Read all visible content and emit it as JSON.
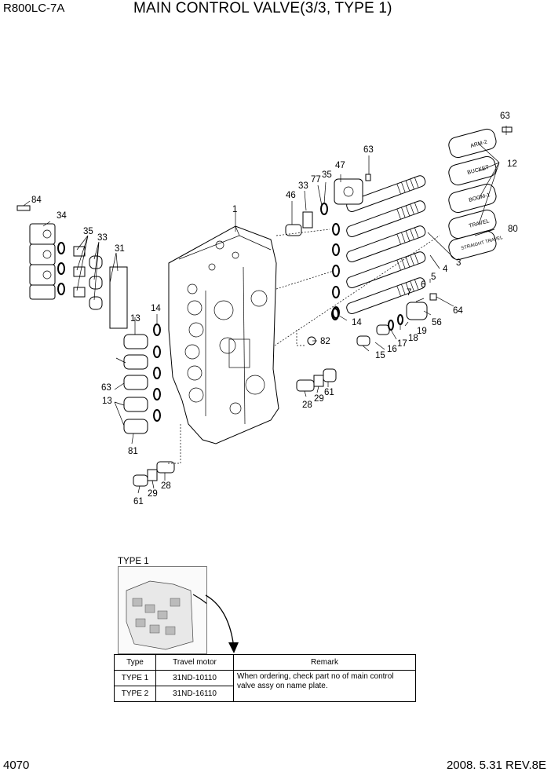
{
  "header": {
    "model": "R800LC-7A",
    "title": "MAIN CONTROL VALVE(3/3, TYPE 1)"
  },
  "footer": {
    "page": "4070",
    "date": "2008. 5.31 REV.8E"
  },
  "callouts": [
    {
      "id": "c63a",
      "text": "63"
    },
    {
      "id": "c63b",
      "text": "63"
    },
    {
      "id": "c63c",
      "text": "63"
    },
    {
      "id": "c12",
      "text": "12"
    },
    {
      "id": "c80",
      "text": "80"
    },
    {
      "id": "c47",
      "text": "47"
    },
    {
      "id": "c35a",
      "text": "35"
    },
    {
      "id": "c77",
      "text": "77"
    },
    {
      "id": "c33a",
      "text": "33"
    },
    {
      "id": "c46",
      "text": "46"
    },
    {
      "id": "c1",
      "text": "1"
    },
    {
      "id": "c84",
      "text": "84"
    },
    {
      "id": "c34",
      "text": "34"
    },
    {
      "id": "c35b",
      "text": "35"
    },
    {
      "id": "c33b",
      "text": "33"
    },
    {
      "id": "c31",
      "text": "31"
    },
    {
      "id": "c3",
      "text": "3"
    },
    {
      "id": "c4",
      "text": "4"
    },
    {
      "id": "c5",
      "text": "5"
    },
    {
      "id": "c6",
      "text": "6"
    },
    {
      "id": "c7",
      "text": "7"
    },
    {
      "id": "c14a",
      "text": "14"
    },
    {
      "id": "c14b",
      "text": "14"
    },
    {
      "id": "c64",
      "text": "64"
    },
    {
      "id": "c56",
      "text": "56"
    },
    {
      "id": "c19",
      "text": "19"
    },
    {
      "id": "c18",
      "text": "18"
    },
    {
      "id": "c17",
      "text": "17"
    },
    {
      "id": "c16",
      "text": "16"
    },
    {
      "id": "c15",
      "text": "15"
    },
    {
      "id": "c82",
      "text": "82"
    },
    {
      "id": "c13a",
      "text": "13"
    },
    {
      "id": "c13b",
      "text": "13"
    },
    {
      "id": "c61a",
      "text": "61"
    },
    {
      "id": "c29a",
      "text": "29"
    },
    {
      "id": "c28a",
      "text": "28"
    },
    {
      "id": "c81",
      "text": "81"
    },
    {
      "id": "c28b",
      "text": "28"
    },
    {
      "id": "c29b",
      "text": "29"
    },
    {
      "id": "c61b",
      "text": "61"
    }
  ],
  "cap_labels": [
    "ARM-2",
    "BUCKET",
    "BOOM-1",
    "TRAVEL",
    "STRAIGHT TRAVEL"
  ],
  "type_panel": {
    "label": "TYPE 1"
  },
  "remark_table": {
    "headers": [
      "Type",
      "Travel motor",
      "Remark"
    ],
    "rows": [
      {
        "type": "TYPE 1",
        "motor": "31ND-10110"
      },
      {
        "type": "TYPE 2",
        "motor": "31ND-16110"
      }
    ],
    "remark": "When ordering, check part no of main control valve assy on name plate."
  }
}
